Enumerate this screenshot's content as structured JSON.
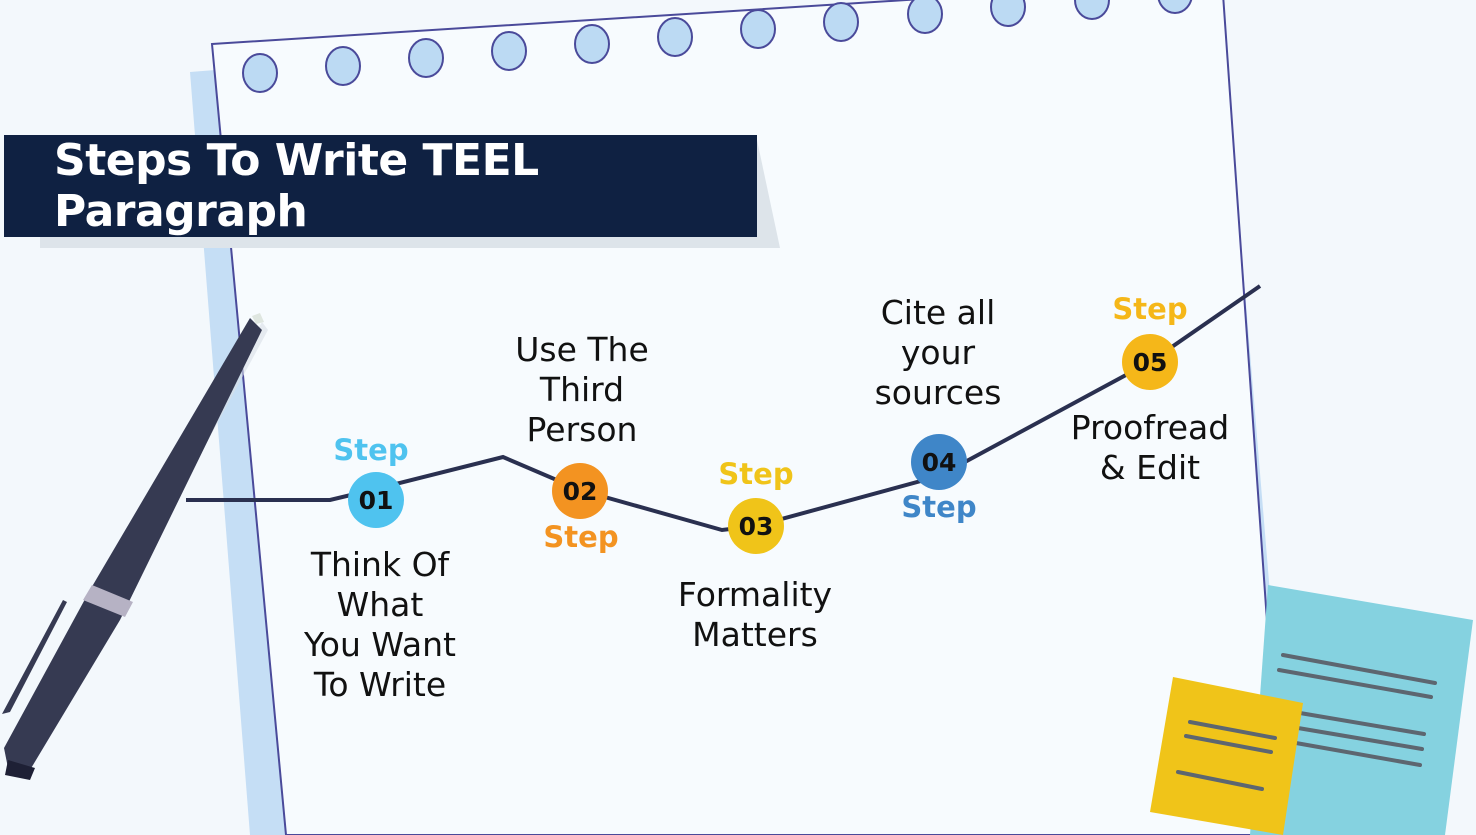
{
  "title": "Steps To Write TEEL Paragraph",
  "colors": {
    "banner": "#0f2142",
    "path_line": "#2a3050",
    "step1": "#4fc3ef",
    "step2": "#f39321",
    "step3": "#f0c419",
    "step4": "#3f86c8",
    "step5": "#f5b719"
  },
  "steps": [
    {
      "word": "Step",
      "number": "01",
      "label": "Think Of What You Want To Write",
      "lines": [
        "Think Of",
        "What",
        "You Want",
        "To Write"
      ]
    },
    {
      "word": "Step",
      "number": "02",
      "label": "Use The Third Person",
      "lines": [
        "Use The",
        "Third",
        "Person"
      ]
    },
    {
      "word": "Step",
      "number": "03",
      "label": "Formality Matters",
      "lines": [
        "Formality",
        "Matters"
      ]
    },
    {
      "word": "Step",
      "number": "04",
      "label": "Cite all your sources",
      "lines": [
        "Cite all",
        "your",
        "sources"
      ]
    },
    {
      "word": "Step",
      "number": "05",
      "label": "Proofread & Edit",
      "lines": [
        "Proofread",
        "& Edit"
      ]
    }
  ]
}
